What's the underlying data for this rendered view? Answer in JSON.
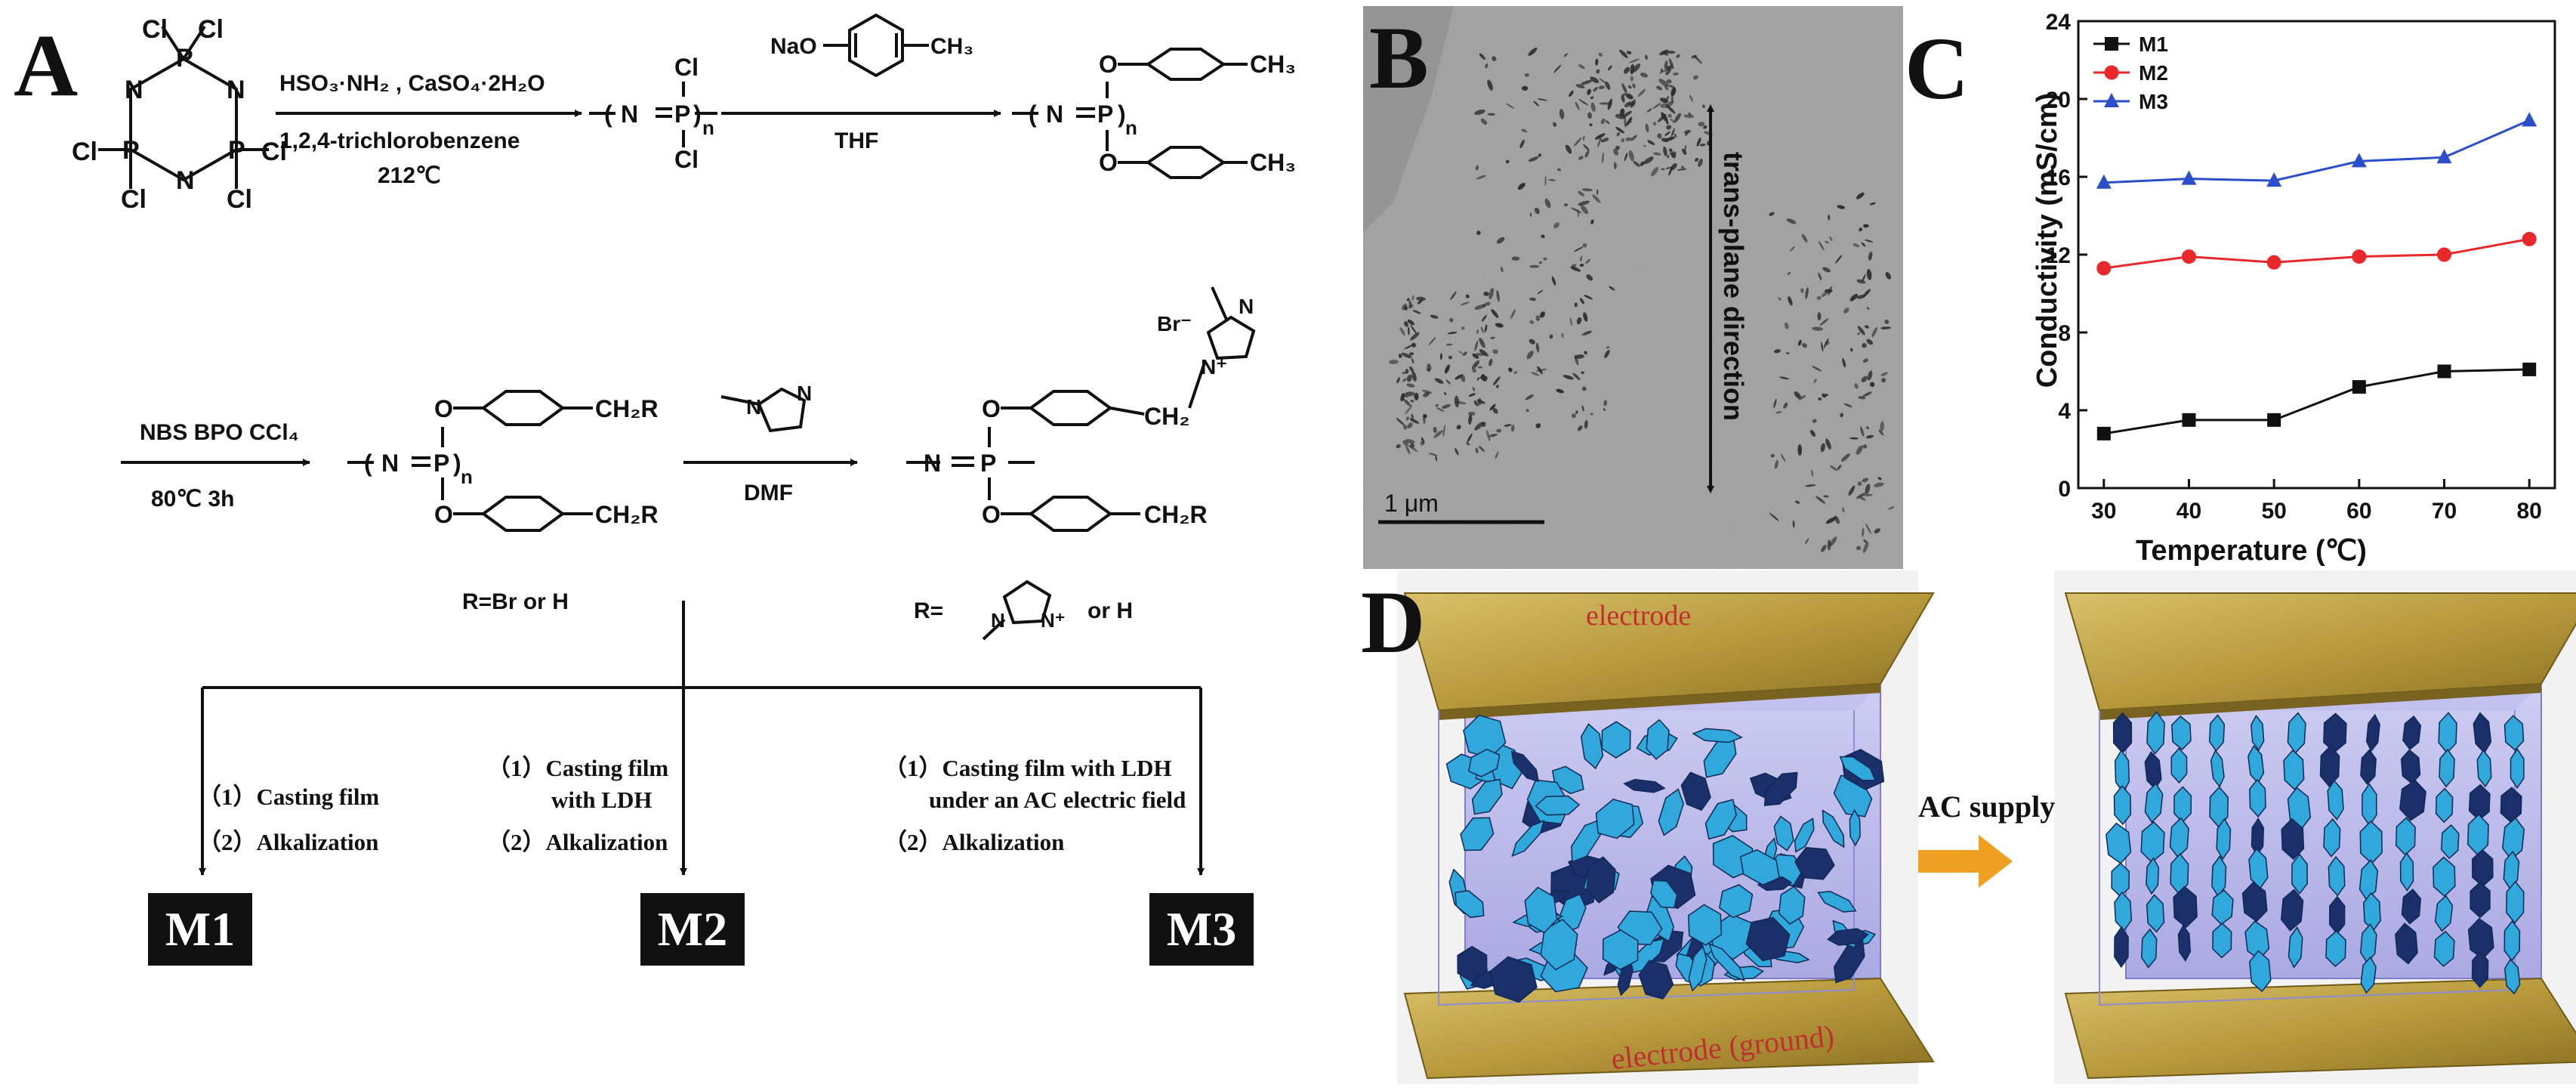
{
  "panels": {
    "a": "A",
    "b": "B",
    "c": "C",
    "d": "D"
  },
  "scheme": {
    "reagents_1_line1": "HSO₃·NH₂ , CaSO₄·2H₂O",
    "reagents_1_line2": "1,2,4-trichlorobenzene",
    "reagents_1_line3": "212℃",
    "reagent_2_top": "NaO",
    "reagent_2_ch3": "CH₃",
    "reagent_2_bottom": "THF",
    "reagents_3_line1": "NBS   BPO   CCl₄",
    "reagents_3_line2": "80℃ 3h",
    "reagent_4_bottom": "DMF",
    "cl": "Cl",
    "p": "P",
    "n": "N",
    "o": "O",
    "sub_n": "n",
    "ch3": "CH₃",
    "ch2r": "CH₂R",
    "ch2": "CH₂",
    "br": "Br⁻",
    "nplus": "N⁺",
    "r_def_1": "R=Br or H",
    "r_def_2_prefix": "R=",
    "r_def_2_suffix": "or  H",
    "steps_m1_1": "（1）Casting film",
    "steps_m1_2": "（2）Alkalization",
    "steps_m2_1": "（1）Casting film",
    "steps_m2_1b": "with LDH",
    "steps_m2_2": "（2）Alkalization",
    "steps_m3_1": "（1）Casting film  with LDH",
    "steps_m3_1b": "under an AC  electric field",
    "steps_m3_2": "（2）Alkalization",
    "m1": "M1",
    "m2": "M2",
    "m3": "M3"
  },
  "sem": {
    "direction_label": "trans-plane direction",
    "scale_label": "1 μm"
  },
  "chart_data": {
    "type": "line",
    "xlabel": "Temperature (℃)",
    "ylabel": "Conductivity (mS/cm)",
    "x": [
      30,
      40,
      50,
      60,
      70,
      80
    ],
    "xlim": [
      27,
      83
    ],
    "ylim": [
      0,
      24
    ],
    "xticks": [
      30,
      40,
      50,
      60,
      70,
      80
    ],
    "yticks": [
      0,
      4,
      8,
      12,
      16,
      20,
      24
    ],
    "legend_position": "top-left",
    "series": [
      {
        "name": "M1",
        "marker": "square",
        "color": "#111111",
        "values": [
          2.8,
          3.5,
          3.5,
          5.2,
          6.0,
          6.1
        ]
      },
      {
        "name": "M2",
        "marker": "circle",
        "color": "#e8282b",
        "values": [
          11.3,
          11.9,
          11.6,
          11.9,
          12.0,
          12.8
        ]
      },
      {
        "name": "M3",
        "marker": "triangle",
        "color": "#2b4fc9",
        "values": [
          15.7,
          15.9,
          15.8,
          16.8,
          17.0,
          18.9
        ]
      }
    ]
  },
  "diagram": {
    "electrode_top": "electrode",
    "electrode_bottom": "electrode (ground)",
    "ac_label": "AC supply",
    "colors": {
      "electrode": "#b89a3c",
      "platelet_light": "#31a8dc",
      "platelet_dark": "#1b2f6a",
      "box": "#a9a7e6",
      "arrow": "#f0a020"
    }
  }
}
